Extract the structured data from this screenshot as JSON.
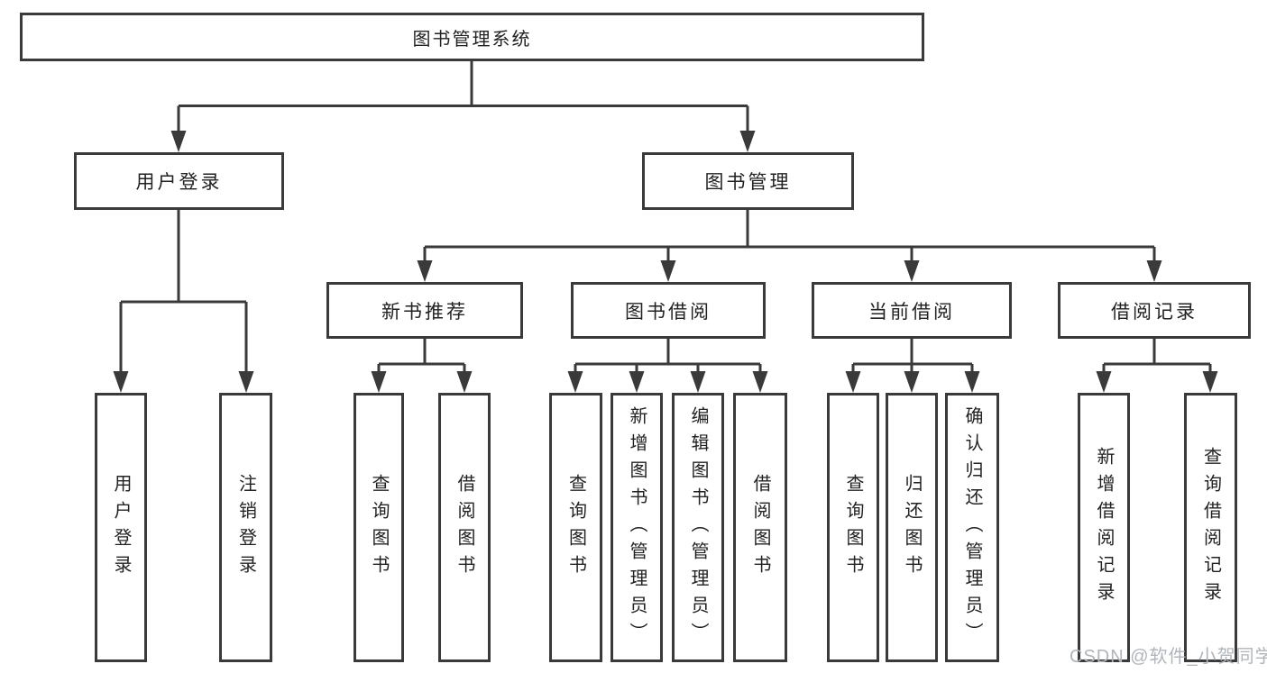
{
  "nodes": {
    "root": {
      "label": "图书管理系统"
    },
    "level2": [
      {
        "label": "用户登录"
      },
      {
        "label": "图书管理"
      }
    ],
    "level3": [
      {
        "label": "新书推荐"
      },
      {
        "label": "图书借阅"
      },
      {
        "label": "当前借阅"
      },
      {
        "label": "借阅记录"
      }
    ],
    "leaves": {
      "user_login": [
        {
          "label": "用户登录"
        },
        {
          "label": "注销登录"
        }
      ],
      "new_books": [
        {
          "label": "查询图书"
        },
        {
          "label": "借阅图书"
        }
      ],
      "book_borrowing": [
        {
          "label": "查询图书"
        },
        {
          "label": "新增图书（管理员）"
        },
        {
          "label": "编辑图书（管理员）"
        },
        {
          "label": "借阅图书"
        }
      ],
      "current_borrowing": [
        {
          "label": "查询图书"
        },
        {
          "label": "归还图书"
        },
        {
          "label": "确认归还（管理员）"
        }
      ],
      "borrowing_records": [
        {
          "label": "新增借阅记录"
        },
        {
          "label": "查询借阅记录"
        }
      ]
    }
  },
  "watermark": {
    "text": "CSDN @软件_小贺同学"
  },
  "colors": {
    "line": "#3a3a3a",
    "text": "#222222",
    "background": "#ffffff",
    "watermark": "#b0b5bb"
  }
}
